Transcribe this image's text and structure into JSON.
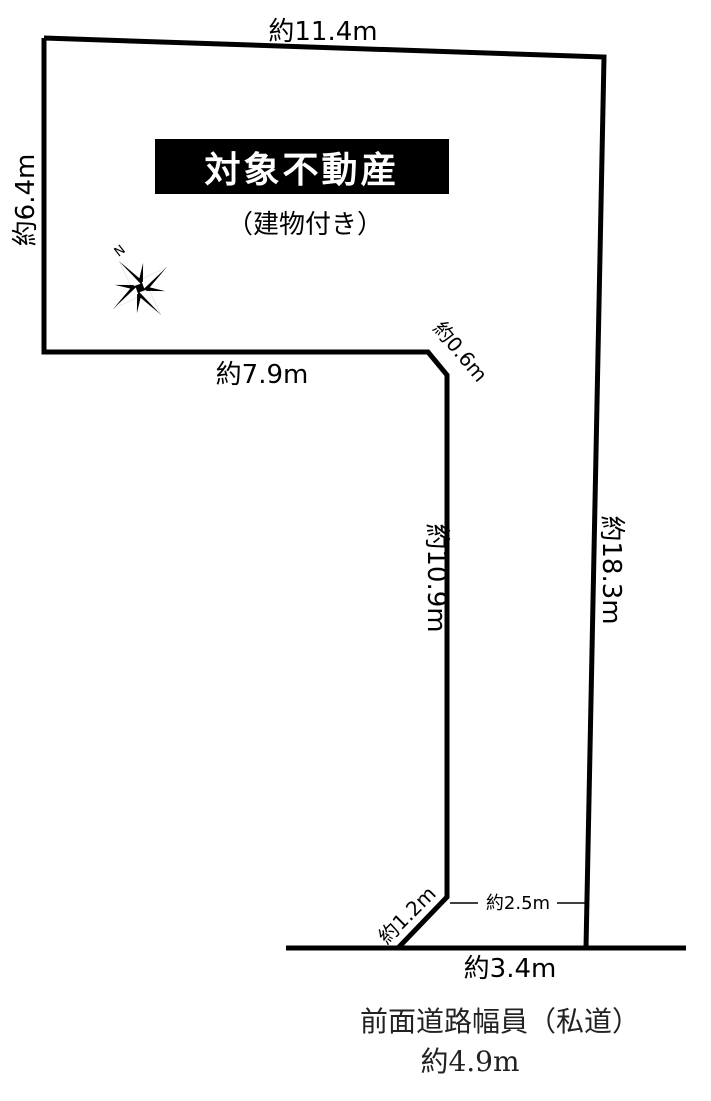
{
  "title": "対象不動産",
  "subtitle": "（建物付き）",
  "dimensions": {
    "top": "約11.4m",
    "left": "約6.4m",
    "inner_horizontal": "約7.9m",
    "corner_small": "約0.6m",
    "inner_vertical": "約10.9m",
    "right": "約18.3m",
    "corner_bottom": "約1.2m",
    "road_gap": "約2.5m",
    "frontage": "約3.4m"
  },
  "road": {
    "label": "前面道路幅員（私道）",
    "width": "約4.9m"
  },
  "compass": {
    "icon": "north-arrow-icon",
    "label": "N"
  }
}
